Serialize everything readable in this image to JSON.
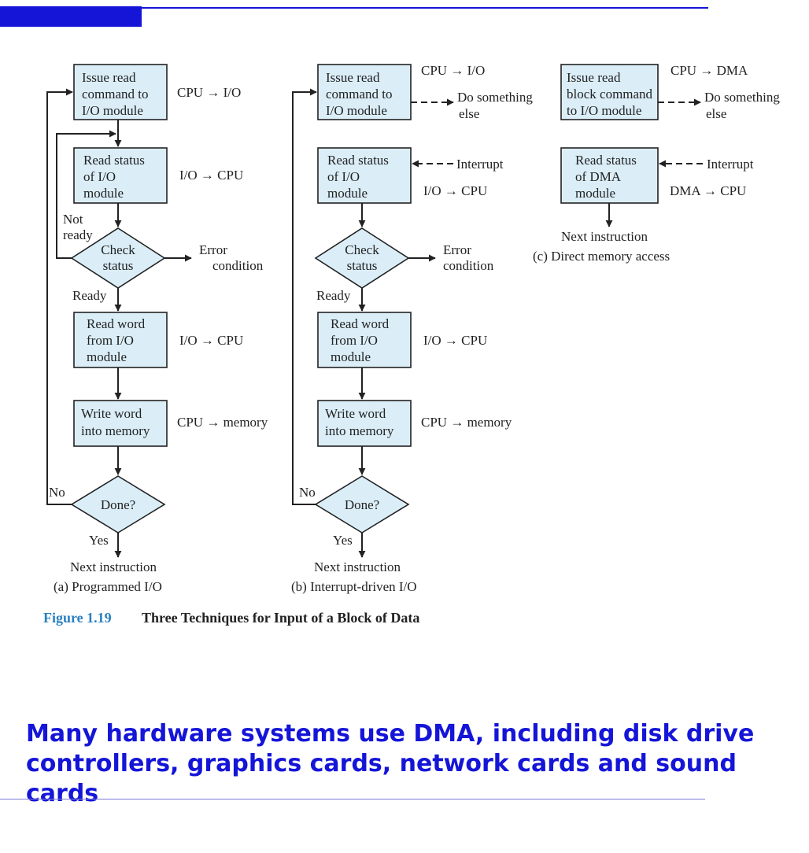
{
  "colors": {
    "accent": "#1515d8",
    "box_fill": "#dbeef8",
    "caption_number": "#2a7fc0"
  },
  "a": {
    "issue": [
      "Issue read",
      "command to",
      "I/O module"
    ],
    "issue_note": "CPU → I/O",
    "read_status": [
      "Read status",
      "of I/O",
      "module"
    ],
    "read_status_note": "I/O → CPU",
    "not_ready": [
      "Not",
      "ready"
    ],
    "check": [
      "Check",
      "status"
    ],
    "error": [
      "Error",
      "condition"
    ],
    "ready": "Ready",
    "read_word": [
      "Read word",
      "from I/O",
      "module"
    ],
    "read_word_note": "I/O → CPU",
    "write_word": [
      "Write word",
      "into memory"
    ],
    "write_word_note": "CPU → memory",
    "no": "No",
    "done": "Done?",
    "yes": "Yes",
    "next": "Next instruction",
    "caption": "(a) Programmed I/O"
  },
  "b": {
    "issue": [
      "Issue read",
      "command to",
      "I/O module"
    ],
    "issue_note": "CPU → I/O",
    "do_something": [
      "Do something",
      "else"
    ],
    "read_status": [
      "Read status",
      "of I/O",
      "module"
    ],
    "interrupt": "Interrupt",
    "read_status_note": "I/O → CPU",
    "check": [
      "Check",
      "status"
    ],
    "error": [
      "Error",
      "condition"
    ],
    "ready": "Ready",
    "read_word": [
      "Read word",
      "from I/O",
      "module"
    ],
    "read_word_note": "I/O → CPU",
    "write_word": [
      "Write word",
      "into memory"
    ],
    "write_word_note": "CPU → memory",
    "no": "No",
    "done": "Done?",
    "yes": "Yes",
    "next": "Next instruction",
    "caption": "(b) Interrupt-driven I/O"
  },
  "c": {
    "issue": [
      "Issue read",
      "block command",
      "to I/O module"
    ],
    "issue_note": "CPU → DMA",
    "do_something": [
      "Do something",
      "else"
    ],
    "read_status": [
      "Read status",
      "of DMA",
      "module"
    ],
    "interrupt": "Interrupt",
    "read_status_note": "DMA → CPU",
    "next": "Next instruction",
    "caption": "(c) Direct memory access"
  },
  "figure": {
    "number": "Figure 1.19",
    "title": "Three Techniques for Input of a Block of Data"
  },
  "footnote": "Many hardware systems use DMA, including disk drive controllers, graphics cards, network cards and sound cards"
}
